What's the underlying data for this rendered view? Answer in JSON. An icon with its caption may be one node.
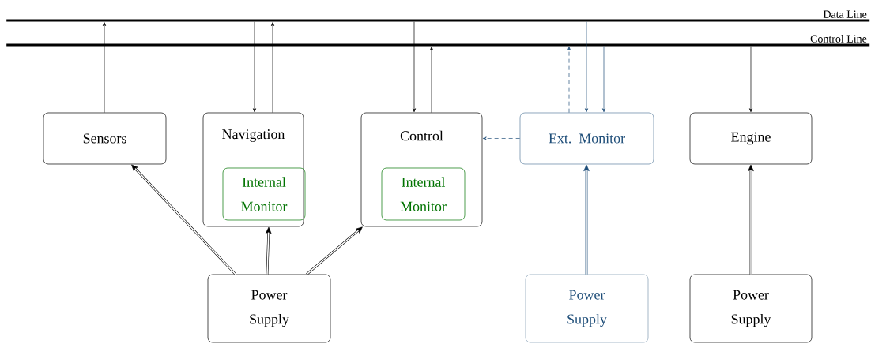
{
  "diagram": {
    "nodes": [
      {
        "text": [
          "Data Line"
        ]
      },
      {
        "text": [
          "Control Line"
        ]
      },
      {
        "text": [
          "Sensors"
        ]
      },
      {
        "text": [
          "Navigation"
        ]
      },
      {
        "text": [
          "Internal Monitor"
        ],
        "in": 3
      },
      {
        "text": [
          "Control"
        ]
      },
      {
        "text": [
          "Internal Monitor"
        ],
        "in": 5
      },
      {
        "text": [
          "Ext. Monitor"
        ]
      },
      {
        "text": [
          "Engine"
        ]
      },
      {
        "text": [
          "Power Supply"
        ]
      },
      {
        "text": [
          "Power Supply"
        ]
      },
      {
        "text": [
          "Power Supply"
        ]
      }
    ],
    "edges": [
      {
        "from": 2,
        "to": 0,
        "arrow": "to"
      },
      {
        "from": 0,
        "to": 3,
        "arrow": "to"
      },
      {
        "from": 3,
        "to": 0,
        "arrow": "to"
      },
      {
        "from": 0,
        "to": 5,
        "arrow": "to"
      },
      {
        "from": 5,
        "to": 1,
        "arrow": "to"
      },
      {
        "from": 0,
        "to": 7,
        "arrow": "to",
        "color": "#1f4e79"
      },
      {
        "from": 1,
        "to": 7,
        "arrow": "to",
        "color": "#1f4e79"
      },
      {
        "from": 7,
        "to": 1,
        "arrow": "to",
        "style": "dashed",
        "color": "#1f4e79"
      },
      {
        "from": 1,
        "to": 8,
        "arrow": "to"
      },
      {
        "from": 7,
        "to": 5,
        "arrow": "to",
        "style": "dashed",
        "color": "#1f4e79"
      },
      {
        "from": 9,
        "to": 2,
        "arrow": "to",
        "style": "thick"
      },
      {
        "from": 9,
        "to": 3,
        "arrow": "to",
        "style": "thick"
      },
      {
        "from": 9,
        "to": 5,
        "arrow": "to",
        "style": "thick"
      },
      {
        "from": 10,
        "to": 7,
        "arrow": "to",
        "style": "thick",
        "color": "#1f4e79"
      },
      {
        "from": 11,
        "to": 8,
        "arrow": "to",
        "style": "thick"
      }
    ]
  }
}
